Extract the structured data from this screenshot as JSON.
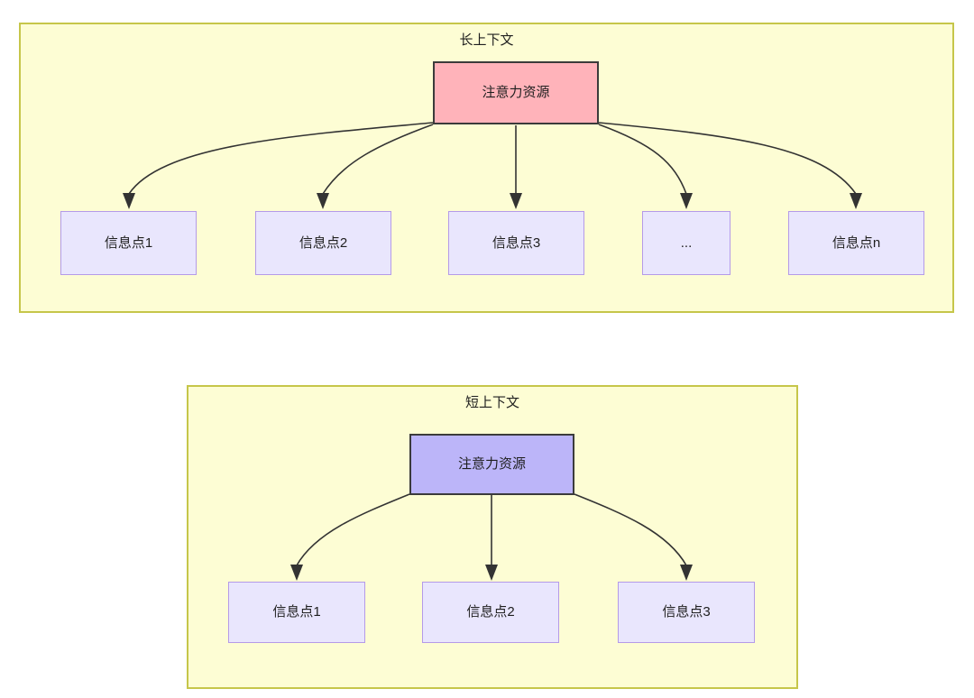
{
  "diagram": {
    "type": "flowchart",
    "groups": [
      {
        "id": "long-context",
        "title": "长上下文",
        "background_color": "#fdfdd4",
        "border_color": "#c6c64a",
        "root": {
          "label": "注意力资源",
          "fill_color": "#ffb3ba",
          "border_color": "#3b3b3b"
        },
        "children": [
          {
            "label": "信息点1"
          },
          {
            "label": "信息点2"
          },
          {
            "label": "信息点3"
          },
          {
            "label": "..."
          },
          {
            "label": "信息点n"
          }
        ],
        "child_fill_color": "#e9e6fd",
        "child_border_color": "#b49ae8"
      },
      {
        "id": "short-context",
        "title": "短上下文",
        "background_color": "#fdfdd4",
        "border_color": "#c6c64a",
        "root": {
          "label": "注意力资源",
          "fill_color": "#bcb5f9",
          "border_color": "#3b3b3b"
        },
        "children": [
          {
            "label": "信息点1"
          },
          {
            "label": "信息点2"
          },
          {
            "label": "信息点3"
          }
        ],
        "child_fill_color": "#e9e6fd",
        "child_border_color": "#b49ae8"
      }
    ],
    "edge_color": "#333333"
  }
}
